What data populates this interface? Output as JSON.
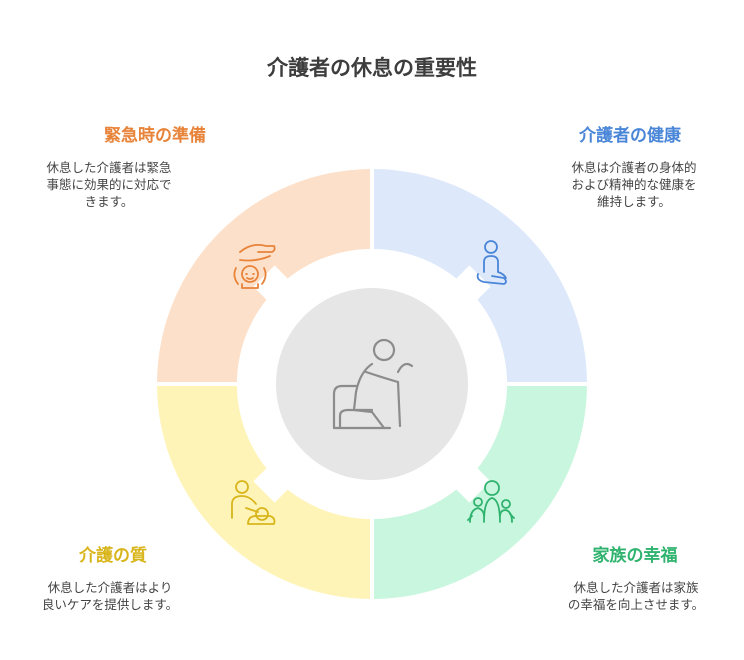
{
  "title": "介護者の休息の重要性",
  "colors": {
    "emergency": "#e8833a",
    "health": "#4a86d8",
    "quality": "#d9b51c",
    "family": "#2fb36e",
    "center": "#e6e6e6"
  },
  "sections": {
    "emergency": {
      "heading": "緊急時の準備",
      "lines": [
        "休息した介護者は緊急",
        "事態に効果的に対応で",
        "きます。"
      ],
      "icon": "caregiver-hand-child-icon"
    },
    "health": {
      "heading": "介護者の健康",
      "lines": [
        "休息は介護者の身体的",
        "および精神的な健康を",
        "維持します。"
      ],
      "icon": "meditating-person-icon"
    },
    "quality": {
      "heading": "介護の質",
      "lines": [
        "休息した介護者はより",
        "良いケアを提供します。"
      ],
      "icon": "caring-for-patient-icon"
    },
    "family": {
      "heading": "家族の幸福",
      "lines": [
        "休息した介護者は家族",
        "の幸福を向上させます。"
      ],
      "icon": "family-icon"
    }
  },
  "center_icon": "elderly-person-with-cane-icon"
}
